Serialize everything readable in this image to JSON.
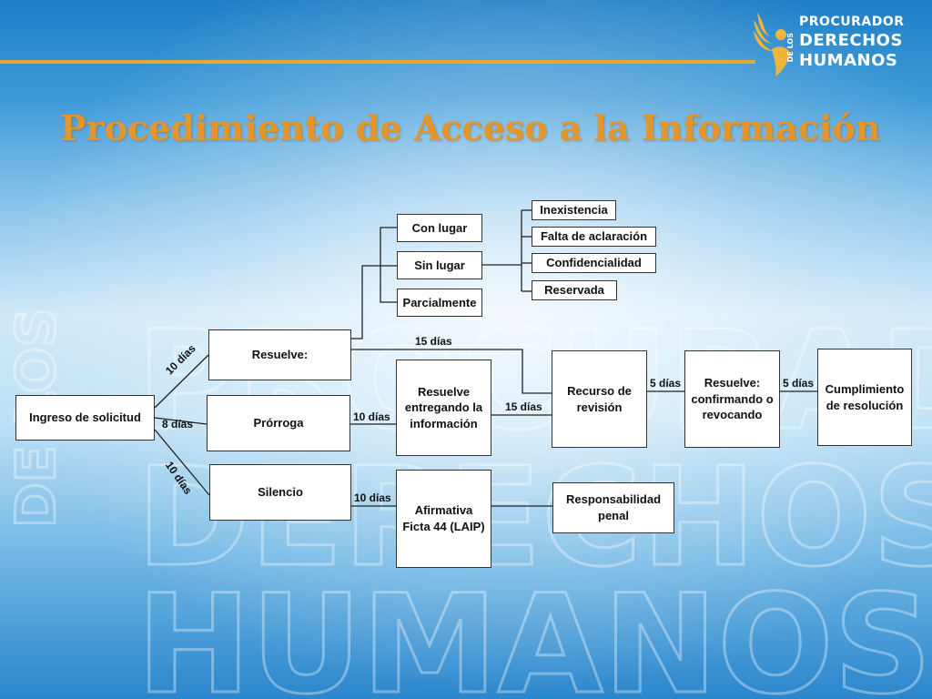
{
  "header": {
    "title": "Procedimiento de Acceso a la Información"
  },
  "logo": {
    "line1": "PROCURADOR",
    "small": "DE LOS",
    "line2": "DERECHOS",
    "line3": "HUMANOS"
  },
  "watermark": {
    "line1": "PROCURADOR",
    "line2": "DERECHOS",
    "line3": "HUMANOS",
    "small": "DE LOS"
  },
  "diagram": {
    "nodes": {
      "ingreso": "Ingreso de solicitud",
      "resuelve": "Resuelve:",
      "prorroga": "Prórroga",
      "silencio": "Silencio",
      "con_lugar": "Con lugar",
      "sin_lugar": "Sin lugar",
      "parcialmente": "Parcialmente",
      "inexistencia": "Inexistencia",
      "falta_aclaracion": "Falta de aclaración",
      "confidencialidad": "Confidencialidad",
      "reservada": "Reservada",
      "resuelve_entregando": "Resuelve entregando la información",
      "afirmativa_ficta": "Afirmativa Ficta 44 (LAIP)",
      "recurso_revision": "Recurso de revisión",
      "resuelve_confirmando": "Resuelve: confirmando o revocando",
      "cumplimiento": "Cumplimiento de resolución",
      "responsabilidad": "Responsabilidad penal"
    },
    "labels": {
      "ingreso_resuelve": "10 días",
      "ingreso_prorroga": "8 días",
      "ingreso_silencio": "10 días",
      "resuelve_recurso": "15 días",
      "prorroga_entregando": "10 días",
      "entregando_recurso": "15 días",
      "silencio_afirmativa": "10 días",
      "recurso_confirmando": "5 días",
      "confirmando_cumplimiento": "5 días"
    }
  }
}
